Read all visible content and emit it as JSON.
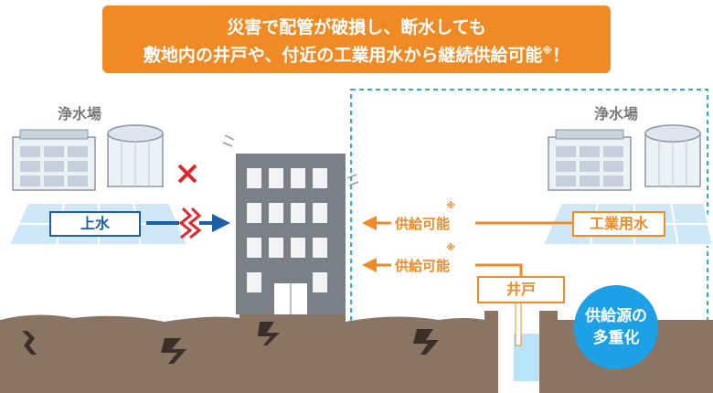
{
  "banner": {
    "line1": "災害で配管が破損し、断水しても",
    "line2": "敷地内の井戸や、付近の工業用水から継続供給可能",
    "line2_suffix": "！",
    "note_mark": "※"
  },
  "left_plant": {
    "label": "浄水場",
    "pipe_label": "上水",
    "status_icon": "x-mark-icon"
  },
  "right_plant": {
    "label": "浄水場",
    "pipe_label": "工業用水"
  },
  "supply_arrows": [
    {
      "label": "供給可能",
      "note_mark": "※"
    },
    {
      "label": "供給可能",
      "note_mark": "※"
    }
  ],
  "well": {
    "label": "井戸"
  },
  "badge": {
    "line1": "供給源の",
    "line2": "多重化"
  },
  "colors": {
    "orange": "#f08a24",
    "blue": "#1a5fa8",
    "red": "#e0262a",
    "sky": "#1da1e6",
    "ground": "#8a7565",
    "building": "#7d7f86"
  }
}
